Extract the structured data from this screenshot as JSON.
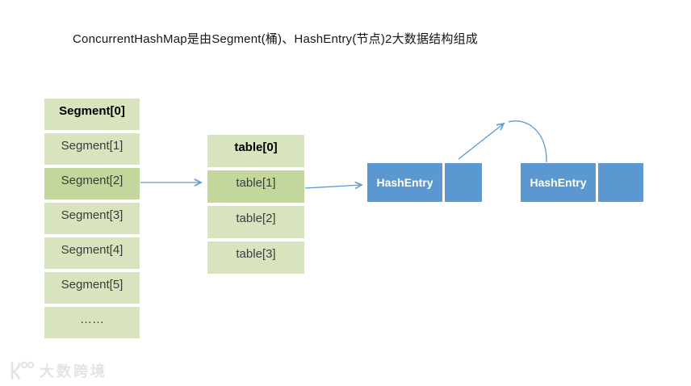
{
  "title": "ConcurrentHashMap是由Segment(桶)、HashEntry(节点)2大数据结构组成",
  "colors": {
    "cell_green_light": "#d7e4bd",
    "cell_green_dark": "#c3d69b",
    "box_blue": "#5b98d2",
    "arrow_blue": "#5b9bd5",
    "watermark_gray": "#e3e3e3"
  },
  "segment_array": {
    "rows": [
      {
        "label": "Segment[0]",
        "bold": true,
        "shade": "light"
      },
      {
        "label": "Segment[1]",
        "bold": false,
        "shade": "light"
      },
      {
        "label": "Segment[2]",
        "bold": false,
        "shade": "dark"
      },
      {
        "label": "Segment[3]",
        "bold": false,
        "shade": "light"
      },
      {
        "label": "Segment[4]",
        "bold": false,
        "shade": "light"
      },
      {
        "label": "Segment[5]",
        "bold": false,
        "shade": "light"
      },
      {
        "label": "……",
        "bold": false,
        "shade": "light"
      }
    ]
  },
  "table_array": {
    "rows": [
      {
        "label": "table[0]",
        "bold": true,
        "shade": "light"
      },
      {
        "label": "table[1]",
        "bold": false,
        "shade": "dark"
      },
      {
        "label": "table[2]",
        "bold": false,
        "shade": "light"
      },
      {
        "label": "table[3]",
        "bold": false,
        "shade": "light"
      }
    ]
  },
  "hash_entries": [
    {
      "label": "HashEntry"
    },
    {
      "label": "HashEntry"
    }
  ],
  "watermark": {
    "text": "大数跨境"
  }
}
